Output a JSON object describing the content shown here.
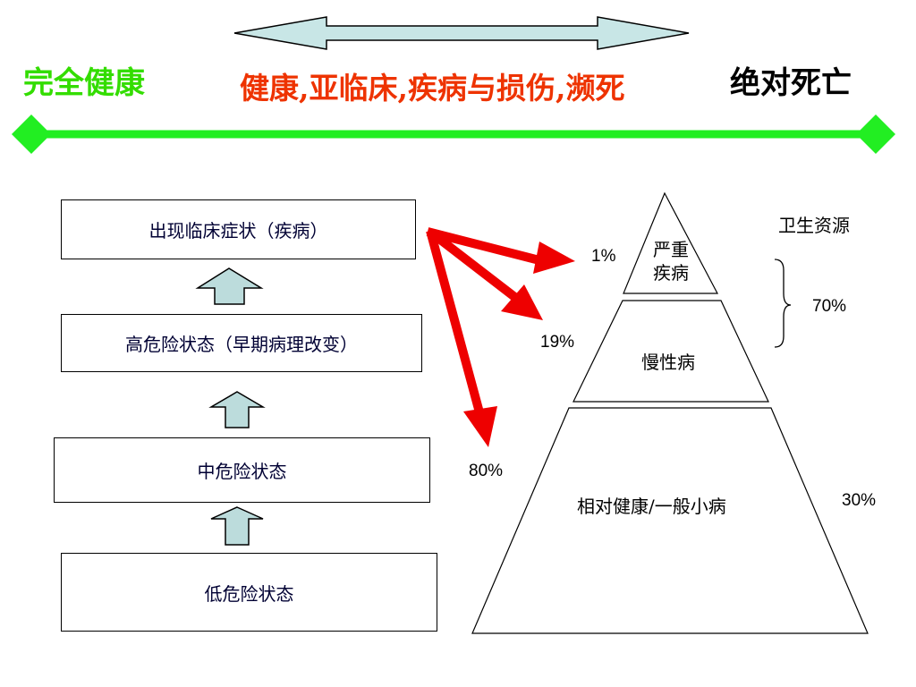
{
  "header": {
    "left_label": "完全健康",
    "middle_label": "健康,亚临床,疾病与损伤,濒死",
    "right_label": "绝对死亡"
  },
  "stages": [
    {
      "label": "出现临床症状（疾病）"
    },
    {
      "label": "高危险状态（早期病理改变）"
    },
    {
      "label": "中危险状态"
    },
    {
      "label": "低危险状态"
    }
  ],
  "pyramid": {
    "tiers": [
      {
        "label_line1": "严重",
        "label_line2": "疾病",
        "population_pct": "1%"
      },
      {
        "label": "慢性病",
        "population_pct": "19%"
      },
      {
        "label": "相对健康/一般小病",
        "population_pct": "80%"
      }
    ],
    "resources_label": "卫生资源",
    "resources_top_pct": "70%",
    "resources_bottom_pct": "30%"
  },
  "colors": {
    "health_green": "#33dd00",
    "spectrum_bar": "#22ee22",
    "middle_red": "#ee3300",
    "arrow_red": "#ee0000",
    "up_arrow_fill": "#bcdcdc",
    "top_arrow_fill": "#c8e6e6"
  }
}
